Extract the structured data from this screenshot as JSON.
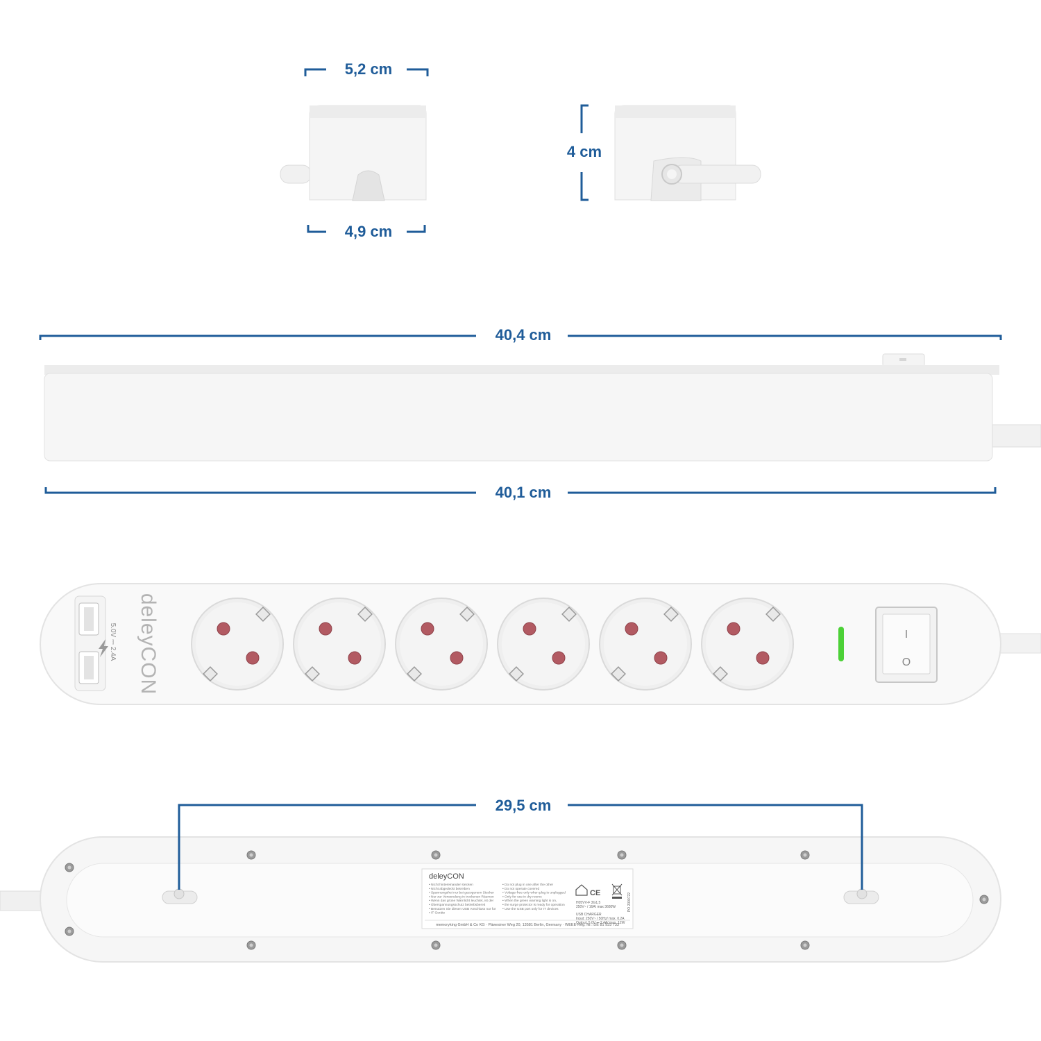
{
  "accent_color": "#1f5c99",
  "led_color": "#4cd137",
  "dimensions": {
    "plug_top_width": "5,2 cm",
    "plug_bottom_width": "4,9 cm",
    "plug_height": "4 cm",
    "strip_top_length": "40,4 cm",
    "strip_body_length": "40,1 cm",
    "mount_hole_spacing": "29,5 cm"
  },
  "front_panel": {
    "brand": "deleyCON",
    "usb_spec_voltage": "5.0V ⎓ 2.4A",
    "socket_count": 6,
    "switch_on_symbol": "I",
    "switch_off_symbol": "O"
  },
  "bottom_label": {
    "brand": "deleyCON",
    "instructions_de": [
      "Nicht hintereinander stecken",
      "Nicht abgedeckt betreiben",
      "Spannungsfrei nur bei gezogenem Stecker",
      "Nur zur Verwendung in trockenen Räumen",
      "Wenn das grüne Warnlicht leuchtet, ist der",
      "Überspannungsschutz betriebsbereit",
      "Benutzen Sie diesen USB Anschluss nur für",
      "IT Geräte"
    ],
    "instructions_en": [
      "Do not plug in one after the other",
      "Do not operate covered",
      "Voltage-free only when plug is unplugged",
      "Only for use in dry rooms",
      "When the green warning light is on,",
      "the surge protector is ready for operation",
      "Use the USB port only for IT devices"
    ],
    "model": "H05VV-F 3G1,5",
    "rating": "250V~ / 16A/ max 3680W",
    "usb_charger_title": "USB CHARGER",
    "usb_input": "Input: 250V~ / 50Hz/ max. 0.2A",
    "usb_output": "Output: 5.0V ⎓ 2.4A/ max. 12W",
    "po_number": "PO 2000722",
    "footer": "memoryking GmbH & Co KG · Päwesiner Weg 20, 13581 Berlin, Germany · WEEE-Reg. Nr.: DE 81 933 733"
  }
}
